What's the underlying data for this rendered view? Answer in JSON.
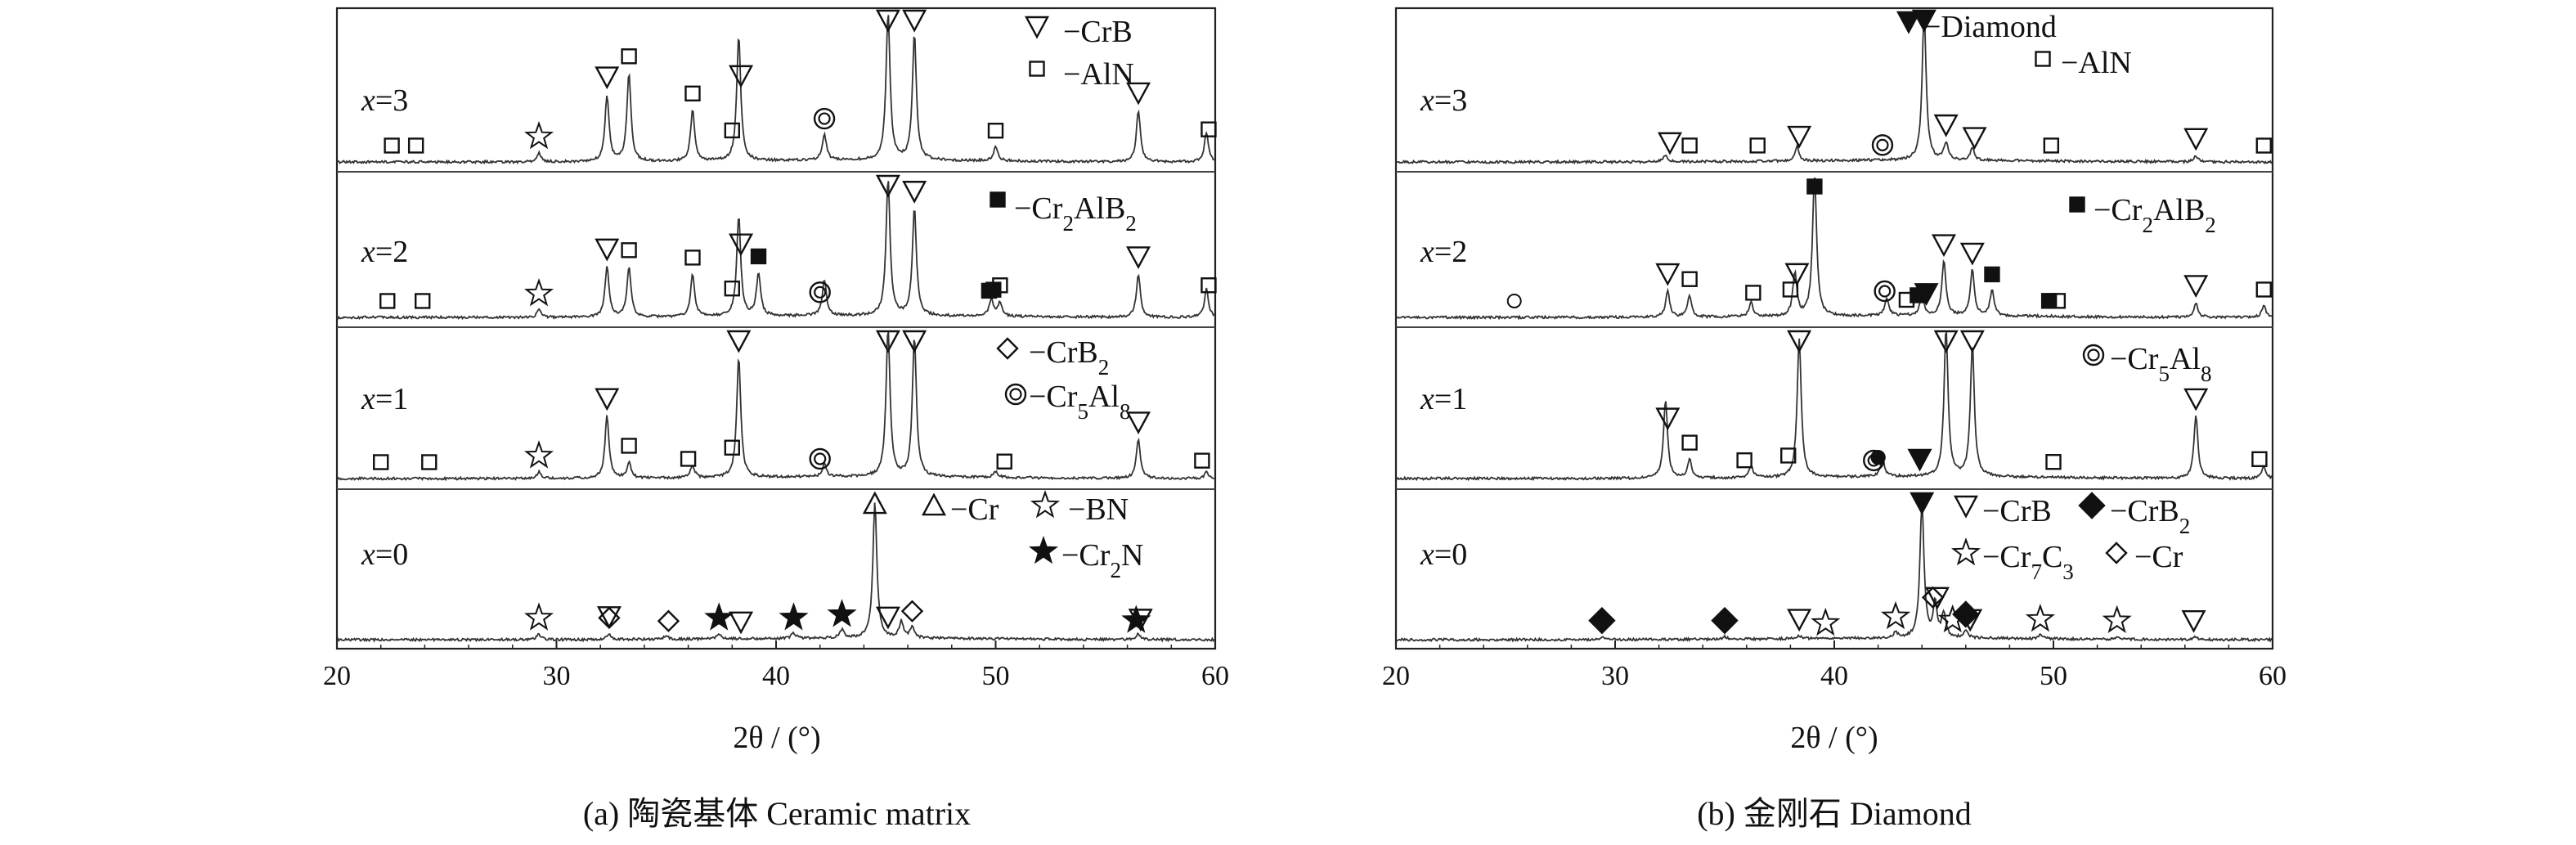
{
  "chart_data": [
    {
      "type": "line",
      "caption": "(a) 陶瓷基体 Ceramic matrix",
      "xlabel": "2θ / (°)",
      "xlim": [
        20,
        60
      ],
      "xticks": [
        20,
        30,
        40,
        50,
        60
      ],
      "legend": [
        {
          "symbol": "tri-down-open",
          "label": "−CrB",
          "panel": 0
        },
        {
          "symbol": "square-open",
          "label": "−AlN",
          "panel": 0
        },
        {
          "symbol": "square-filled",
          "label": "−Cr2AlB2",
          "panel": 1
        },
        {
          "symbol": "diamond-open",
          "label": "−CrB2",
          "panel": 2
        },
        {
          "symbol": "circle-double",
          "label": "−Cr5Al8",
          "panel": 2
        },
        {
          "symbol": "tri-up-open",
          "label": "−Cr",
          "panel": 3
        },
        {
          "symbol": "star-open",
          "label": "−BN",
          "panel": 3
        },
        {
          "symbol": "star-filled",
          "label": "−Cr2N",
          "panel": 3
        }
      ],
      "series": [
        {
          "name": "x=3",
          "peaks": [
            [
              29.2,
              0.06
            ],
            [
              32.3,
              0.45
            ],
            [
              33.3,
              0.6
            ],
            [
              36.2,
              0.35
            ],
            [
              38.3,
              0.85
            ],
            [
              42.2,
              0.18
            ],
            [
              45.1,
              1.0
            ],
            [
              46.3,
              0.85
            ],
            [
              50.0,
              0.1
            ],
            [
              56.5,
              0.35
            ],
            [
              59.6,
              0.2
            ]
          ],
          "markers": [
            {
              "symbol": "square-open",
              "x": 22.5
            },
            {
              "symbol": "square-open",
              "x": 23.6
            },
            {
              "symbol": "star-open",
              "x": 29.2
            },
            {
              "symbol": "tri-down-open",
              "x": 32.3
            },
            {
              "symbol": "square-open",
              "x": 33.3
            },
            {
              "symbol": "square-open",
              "x": 36.2
            },
            {
              "symbol": "square-open",
              "x": 38.0
            },
            {
              "symbol": "tri-down-open",
              "x": 38.4
            },
            {
              "symbol": "circle-double",
              "x": 42.2
            },
            {
              "symbol": "tri-down-open",
              "x": 45.1
            },
            {
              "symbol": "tri-down-open",
              "x": 46.3
            },
            {
              "symbol": "square-open",
              "x": 50.0
            },
            {
              "symbol": "tri-down-open",
              "x": 56.5
            },
            {
              "symbol": "square-open",
              "x": 59.7
            }
          ]
        },
        {
          "name": "x=2",
          "peaks": [
            [
              29.2,
              0.05
            ],
            [
              32.3,
              0.35
            ],
            [
              33.3,
              0.35
            ],
            [
              36.2,
              0.3
            ],
            [
              38.3,
              0.7
            ],
            [
              39.2,
              0.3
            ],
            [
              42.2,
              0.25
            ],
            [
              45.1,
              0.95
            ],
            [
              46.3,
              0.75
            ],
            [
              49.8,
              0.12
            ],
            [
              50.2,
              0.1
            ],
            [
              56.5,
              0.3
            ],
            [
              59.6,
              0.2
            ]
          ],
          "markers": [
            {
              "symbol": "square-open",
              "x": 22.3
            },
            {
              "symbol": "square-open",
              "x": 23.9
            },
            {
              "symbol": "star-open",
              "x": 29.2
            },
            {
              "symbol": "tri-down-open",
              "x": 32.3
            },
            {
              "symbol": "square-open",
              "x": 33.3
            },
            {
              "symbol": "square-open",
              "x": 36.2
            },
            {
              "symbol": "square-open",
              "x": 38.0
            },
            {
              "symbol": "tri-down-open",
              "x": 38.4
            },
            {
              "symbol": "square-filled",
              "x": 39.2
            },
            {
              "symbol": "circle-double",
              "x": 42.0
            },
            {
              "symbol": "tri-down-open",
              "x": 45.1
            },
            {
              "symbol": "tri-down-open",
              "x": 46.3
            },
            {
              "symbol": "square-filled",
              "x": 49.7
            },
            {
              "symbol": "square-filled",
              "x": 49.9
            },
            {
              "symbol": "square-open",
              "x": 50.2
            },
            {
              "symbol": "tri-down-open",
              "x": 56.5
            },
            {
              "symbol": "square-open",
              "x": 59.7
            }
          ]
        },
        {
          "name": "x=1",
          "peaks": [
            [
              29.2,
              0.04
            ],
            [
              32.3,
              0.4
            ],
            [
              33.3,
              0.1
            ],
            [
              36.2,
              0.08
            ],
            [
              38.3,
              0.78
            ],
            [
              42.2,
              0.08
            ],
            [
              45.1,
              0.95
            ],
            [
              46.3,
              0.9
            ],
            [
              50.0,
              0.04
            ],
            [
              56.5,
              0.25
            ],
            [
              59.6,
              0.04
            ]
          ],
          "markers": [
            {
              "symbol": "square-open",
              "x": 22.0
            },
            {
              "symbol": "square-open",
              "x": 24.2
            },
            {
              "symbol": "star-open",
              "x": 29.2
            },
            {
              "symbol": "tri-down-open",
              "x": 32.3
            },
            {
              "symbol": "square-open",
              "x": 33.3
            },
            {
              "symbol": "square-open",
              "x": 36.0
            },
            {
              "symbol": "square-open",
              "x": 38.0
            },
            {
              "symbol": "tri-down-open",
              "x": 38.3
            },
            {
              "symbol": "circle-double",
              "x": 42.0
            },
            {
              "symbol": "tri-down-open",
              "x": 45.1
            },
            {
              "symbol": "tri-down-open",
              "x": 46.3
            },
            {
              "symbol": "square-open",
              "x": 50.4
            },
            {
              "symbol": "tri-down-open",
              "x": 56.5
            },
            {
              "symbol": "square-open",
              "x": 59.4
            }
          ]
        },
        {
          "name": "x=0",
          "peaks": [
            [
              29.2,
              0.04
            ],
            [
              32.4,
              0.04
            ],
            [
              35.0,
              0.03
            ],
            [
              37.4,
              0.04
            ],
            [
              40.8,
              0.04
            ],
            [
              43.0,
              0.06
            ],
            [
              44.5,
              1.0
            ],
            [
              45.7,
              0.12
            ],
            [
              46.2,
              0.08
            ],
            [
              56.5,
              0.04
            ]
          ],
          "markers": [
            {
              "symbol": "star-open",
              "x": 29.2
            },
            {
              "symbol": "diamond-open",
              "x": 32.4
            },
            {
              "symbol": "tri-down-open",
              "x": 32.4
            },
            {
              "symbol": "diamond-open",
              "x": 35.1
            },
            {
              "symbol": "star-filled",
              "x": 37.4
            },
            {
              "symbol": "tri-down-open",
              "x": 38.4
            },
            {
              "symbol": "star-filled",
              "x": 40.8
            },
            {
              "symbol": "star-filled",
              "x": 43.0
            },
            {
              "symbol": "tri-up-open",
              "x": 44.5
            },
            {
              "symbol": "tri-down-open",
              "x": 45.1
            },
            {
              "symbol": "diamond-open",
              "x": 46.2
            },
            {
              "symbol": "star-filled",
              "x": 56.4
            },
            {
              "symbol": "tri-down-open",
              "x": 56.6
            }
          ]
        }
      ]
    },
    {
      "type": "line",
      "caption": "(b) 金刚石 Diamond",
      "xlabel": "2θ / (°)",
      "xlim": [
        20,
        60
      ],
      "xticks": [
        20,
        30,
        40,
        50,
        60
      ],
      "legend": [
        {
          "symbol": "tri-down-filled",
          "label": "−Diamond",
          "panel": 0
        },
        {
          "symbol": "square-open",
          "label": "−AlN",
          "panel": 0
        },
        {
          "symbol": "square-filled",
          "label": "−Cr2AlB2",
          "panel": 1
        },
        {
          "symbol": "circle-double",
          "label": "−Cr5Al8",
          "panel": 2
        },
        {
          "symbol": "tri-down-open",
          "label": "−CrB",
          "panel": 3
        },
        {
          "symbol": "diamond-filled",
          "label": "−CrB2",
          "panel": 3
        },
        {
          "symbol": "star-open",
          "label": "−Cr7C3",
          "panel": 3
        },
        {
          "symbol": "diamond-open",
          "label": "−Cr",
          "panel": 3
        }
      ],
      "series": [
        {
          "name": "x=3",
          "peaks": [
            [
              32.3,
              0.05
            ],
            [
              38.3,
              0.1
            ],
            [
              44.1,
              1.0
            ],
            [
              45.1,
              0.12
            ],
            [
              46.3,
              0.08
            ],
            [
              56.5,
              0.04
            ]
          ],
          "markers": [
            {
              "symbol": "tri-down-open",
              "x": 32.5
            },
            {
              "symbol": "square-open",
              "x": 33.4
            },
            {
              "symbol": "square-open",
              "x": 36.5
            },
            {
              "symbol": "tri-down-open",
              "x": 38.4
            },
            {
              "symbol": "circle-double",
              "x": 42.2
            },
            {
              "symbol": "tri-down-filled",
              "x": 44.1
            },
            {
              "symbol": "tri-down-open",
              "x": 45.1
            },
            {
              "symbol": "tri-down-open",
              "x": 46.4
            },
            {
              "symbol": "square-open",
              "x": 49.9
            },
            {
              "symbol": "tri-down-open",
              "x": 56.5
            },
            {
              "symbol": "square-open",
              "x": 59.6
            }
          ]
        },
        {
          "name": "x=2",
          "peaks": [
            [
              32.4,
              0.18
            ],
            [
              33.4,
              0.15
            ],
            [
              36.2,
              0.1
            ],
            [
              38.2,
              0.3
            ],
            [
              39.1,
              1.0
            ],
            [
              42.4,
              0.12
            ],
            [
              44.0,
              0.15
            ],
            [
              45.0,
              0.38
            ],
            [
              46.3,
              0.32
            ],
            [
              47.2,
              0.18
            ],
            [
              56.5,
              0.1
            ],
            [
              59.6,
              0.08
            ]
          ],
          "markers": [
            {
              "symbol": "circle-open",
              "x": 25.4
            },
            {
              "symbol": "tri-down-open",
              "x": 32.4
            },
            {
              "symbol": "square-open",
              "x": 33.4
            },
            {
              "symbol": "square-open",
              "x": 36.3
            },
            {
              "symbol": "square-open",
              "x": 38.0
            },
            {
              "symbol": "tri-down-open",
              "x": 38.3
            },
            {
              "symbol": "square-filled",
              "x": 39.1
            },
            {
              "symbol": "circle-double",
              "x": 42.3
            },
            {
              "symbol": "square-open",
              "x": 43.3
            },
            {
              "symbol": "square-filled",
              "x": 43.8
            },
            {
              "symbol": "tri-down-filled",
              "x": 44.2
            },
            {
              "symbol": "tri-down-open",
              "x": 45.0
            },
            {
              "symbol": "tri-down-open",
              "x": 46.3
            },
            {
              "symbol": "square-filled",
              "x": 47.2
            },
            {
              "symbol": "square-filled",
              "x": 49.8
            },
            {
              "symbol": "square-open",
              "x": 50.2
            },
            {
              "symbol": "tri-down-open",
              "x": 56.5
            },
            {
              "symbol": "square-open",
              "x": 59.6
            }
          ]
        },
        {
          "name": "x=1",
          "peaks": [
            [
              32.3,
              0.5
            ],
            [
              33.4,
              0.12
            ],
            [
              36.2,
              0.08
            ],
            [
              38.4,
              0.9
            ],
            [
              42.2,
              0.12
            ],
            [
              45.1,
              0.95
            ],
            [
              46.3,
              0.85
            ],
            [
              56.5,
              0.4
            ],
            [
              59.6,
              0.08
            ]
          ],
          "markers": [
            {
              "symbol": "tri-down-open",
              "x": 32.4
            },
            {
              "symbol": "square-open",
              "x": 33.4
            },
            {
              "symbol": "square-open",
              "x": 35.9
            },
            {
              "symbol": "square-open",
              "x": 37.9
            },
            {
              "symbol": "tri-down-open",
              "x": 38.4
            },
            {
              "symbol": "circle-double",
              "x": 41.8
            },
            {
              "symbol": "dot-filled",
              "x": 42.0
            },
            {
              "symbol": "tri-down-filled",
              "x": 43.9
            },
            {
              "symbol": "tri-down-open",
              "x": 45.1
            },
            {
              "symbol": "tri-down-open",
              "x": 46.3
            },
            {
              "symbol": "square-open",
              "x": 50.0
            },
            {
              "symbol": "tri-down-open",
              "x": 56.5
            },
            {
              "symbol": "square-open",
              "x": 59.4
            }
          ]
        },
        {
          "name": "x=0",
          "peaks": [
            [
              29.4,
              0.02
            ],
            [
              35.0,
              0.02
            ],
            [
              38.4,
              0.02
            ],
            [
              42.8,
              0.04
            ],
            [
              44.0,
              1.0
            ],
            [
              44.6,
              0.25
            ],
            [
              45.0,
              0.18
            ],
            [
              46.0,
              0.06
            ],
            [
              49.4,
              0.03
            ],
            [
              52.9,
              0.02
            ],
            [
              56.5,
              0.02
            ]
          ],
          "markers": [
            {
              "symbol": "diamond-filled",
              "x": 29.4
            },
            {
              "symbol": "diamond-filled",
              "x": 35.0
            },
            {
              "symbol": "tri-down-open",
              "x": 38.4
            },
            {
              "symbol": "star-open",
              "x": 39.6
            },
            {
              "symbol": "star-open",
              "x": 42.8
            },
            {
              "symbol": "tri-down-filled",
              "x": 44.0
            },
            {
              "symbol": "diamond-open",
              "x": 44.5
            },
            {
              "symbol": "tri-down-open",
              "x": 44.7
            },
            {
              "symbol": "star-open",
              "x": 45.4
            },
            {
              "symbol": "diamond-filled",
              "x": 46.0
            },
            {
              "symbol": "tri-down-open",
              "x": 46.2
            },
            {
              "symbol": "star-open",
              "x": 49.4
            },
            {
              "symbol": "star-open",
              "x": 52.9
            },
            {
              "symbol": "tri-down-open",
              "x": 56.4
            }
          ]
        }
      ]
    }
  ]
}
